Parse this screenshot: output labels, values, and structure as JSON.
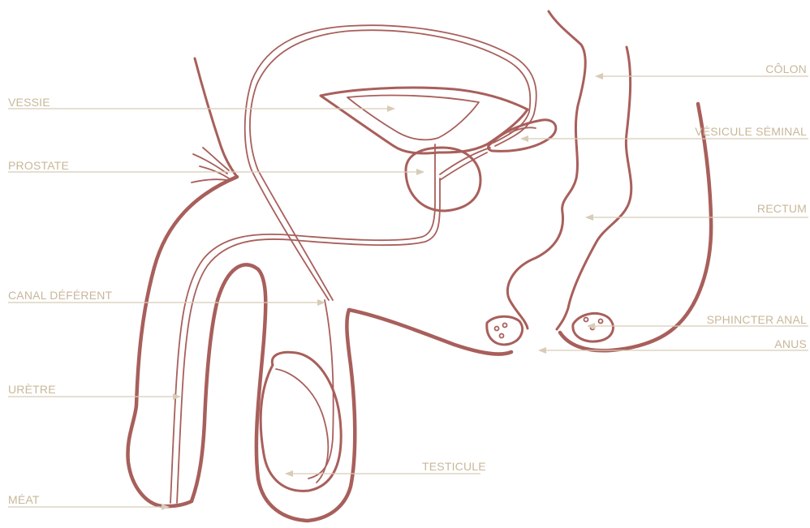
{
  "colors": {
    "outline": "#a85f5b",
    "label": "#c9b79a",
    "leader": "#d8ccb6",
    "background": "#ffffff"
  },
  "labels": {
    "vessie": "VESSIE",
    "prostate": "PROSTATE",
    "canal_deferent": "CANAL DÉFÉRENT",
    "uretre": "URÈTRE",
    "meat": "MÉAT",
    "testicule": "TESTICULE",
    "colon": "CÔLON",
    "vesicule_seminal": "VÉSICULE SÉMINAL",
    "rectum": "RECTUM",
    "sphincter_anal": "SPHINCTER ANAL",
    "anus": "ANUS"
  }
}
